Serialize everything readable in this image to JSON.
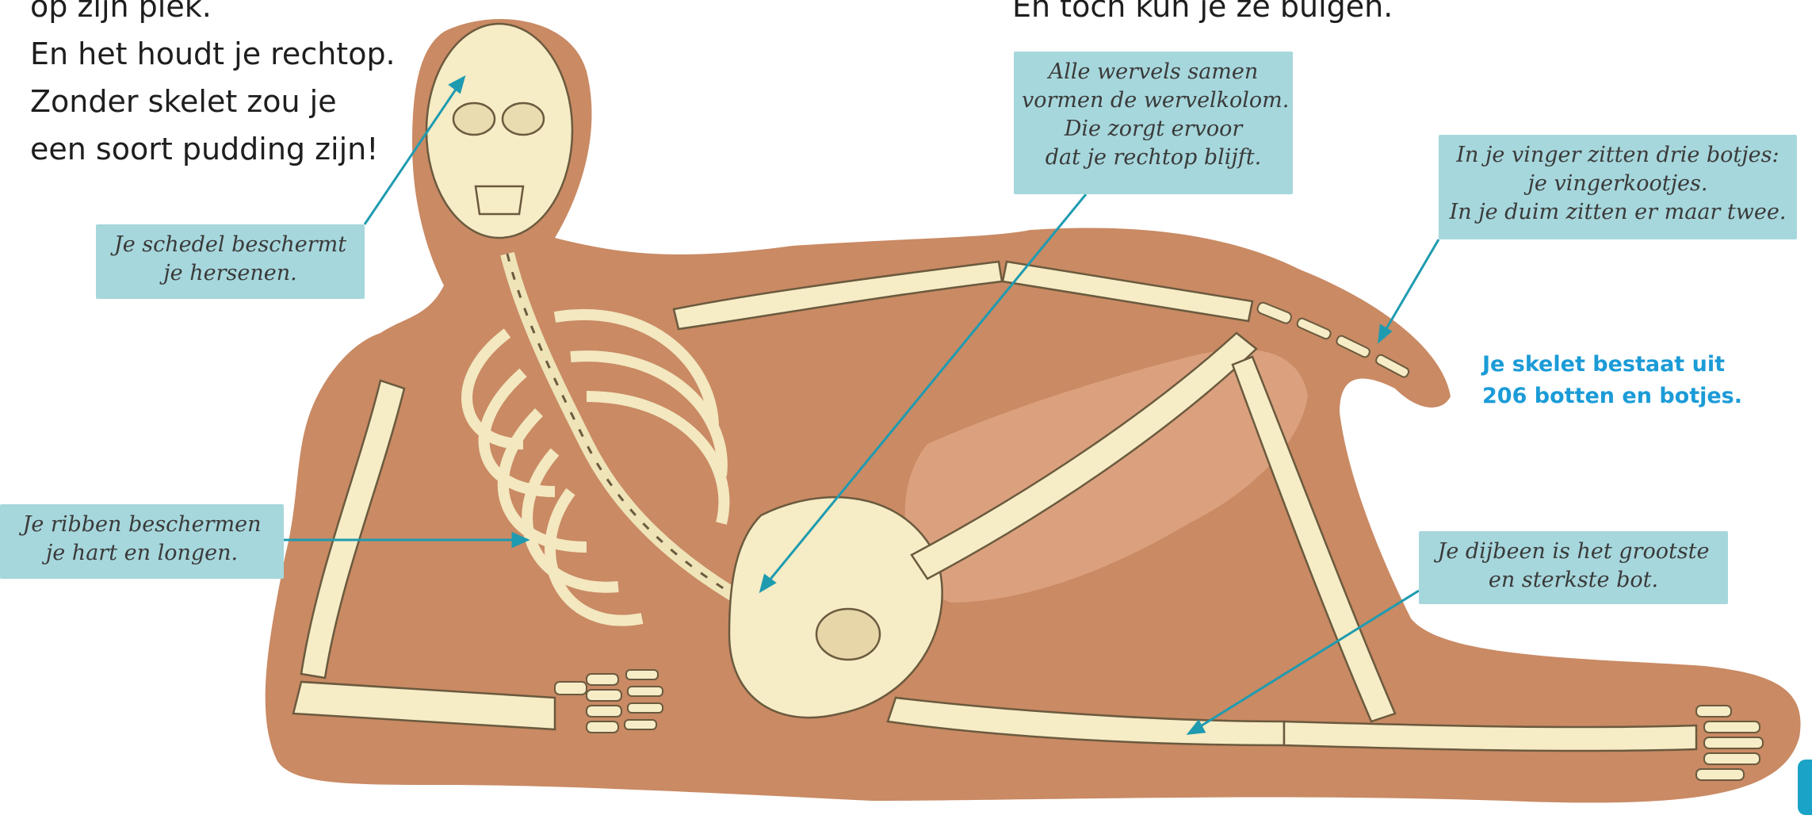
{
  "intro_left": [
    "op zijn plek.",
    "En het houdt je rechtop.",
    "Zonder skelet zou je",
    "een soort pudding zijn!"
  ],
  "intro_right": "En toch kun je ze buigen.",
  "labels": {
    "skull": [
      "Je schedel beschermt",
      "je hersenen."
    ],
    "spine": [
      "Alle wervels samen",
      "vormen de wervelkolom.",
      "Die zorgt ervoor",
      "dat je rechtop blijft."
    ],
    "finger": [
      "In je vinger zitten drie botjes:",
      "je vingerkootjes.",
      "In je duim zitten er maar twee."
    ],
    "ribs": [
      "Je ribben beschermen",
      "je hart en longen."
    ],
    "femur": [
      "Je dijbeen is het grootste",
      "en sterkste bot."
    ]
  },
  "fact": [
    "Je skelet bestaat uit",
    "206 botten en botjes."
  ],
  "colors": {
    "label_bg": "#a6d7dc",
    "pointer": "#1f9bb0",
    "skin": "#c98a64",
    "skin_light": "#dba17e",
    "bone": "#f6ecc6",
    "bone_outline": "#6b5a3e",
    "fact_text": "#1b9bd7",
    "tab": "#1aa3c6"
  }
}
